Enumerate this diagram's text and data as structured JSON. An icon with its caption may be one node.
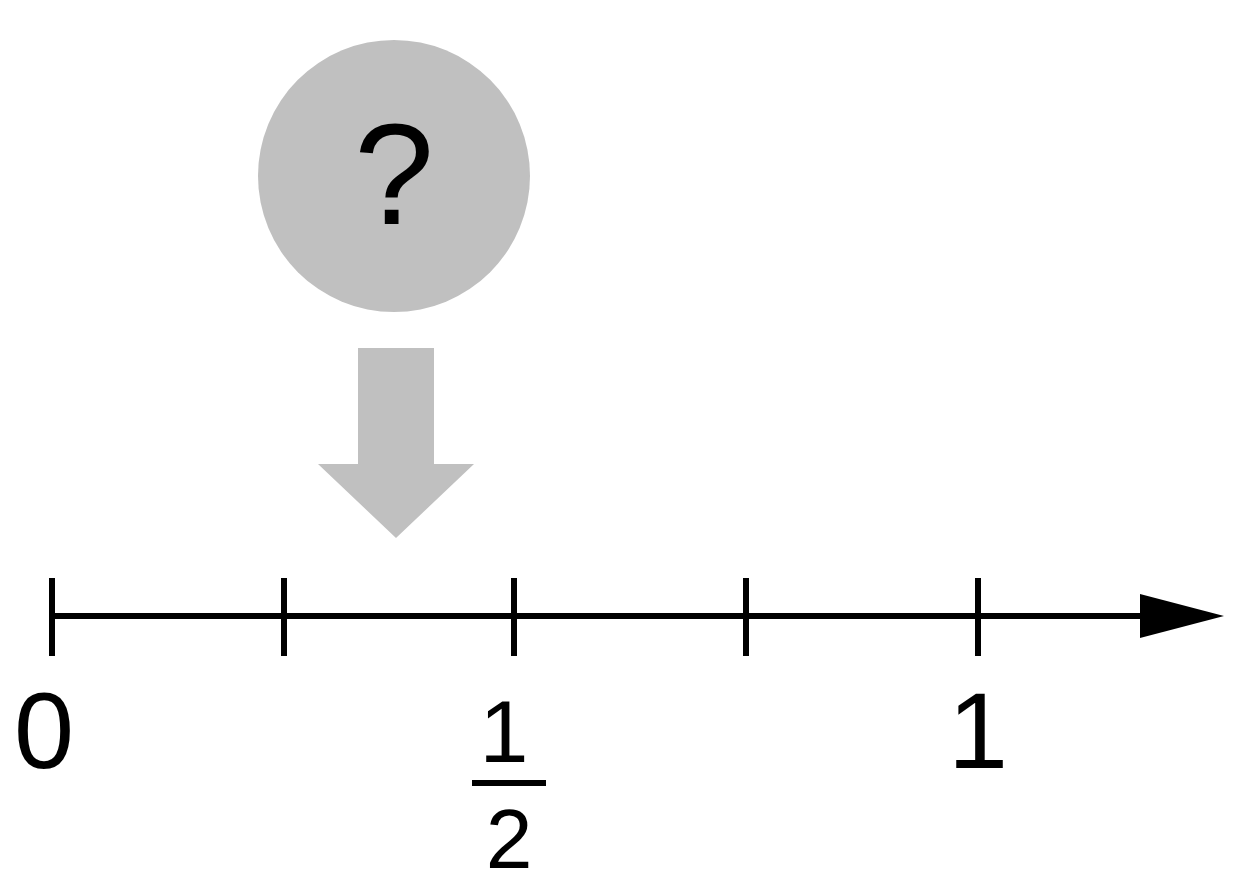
{
  "diagram": {
    "nodes": [
      {
        "text": [
          "?"
        ]
      },
      {
        "text": [],
        "shape": "line",
        "beside": [
          "0",
          "1",
          "2",
          "1"
        ]
      }
    ],
    "edges": [
      {
        "from": 0,
        "to": 1,
        "arrow": "to",
        "style": "thick",
        "color": "#c0c0c0"
      }
    ]
  }
}
